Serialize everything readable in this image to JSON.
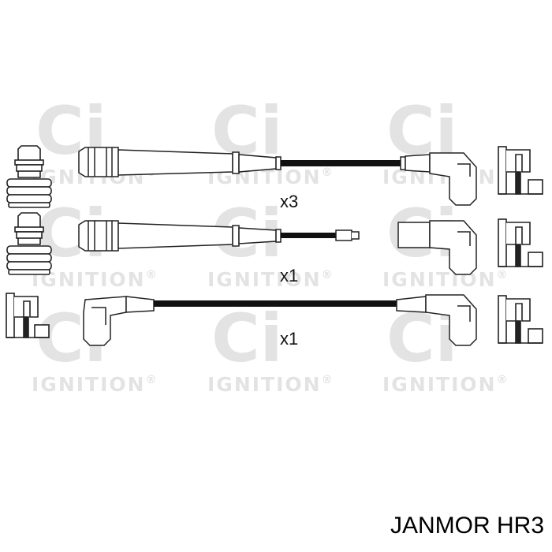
{
  "watermark": {
    "letters": "Ci",
    "word": "IGNITION",
    "mark": "®"
  },
  "sets": [
    {
      "quantity": "x3"
    },
    {
      "quantity": "x1"
    },
    {
      "quantity": "x1"
    }
  ],
  "part_number": "JANMOR HR3",
  "colors": {
    "line": "#222222",
    "cable": "#111111",
    "watermark": "#e3e3e3"
  }
}
